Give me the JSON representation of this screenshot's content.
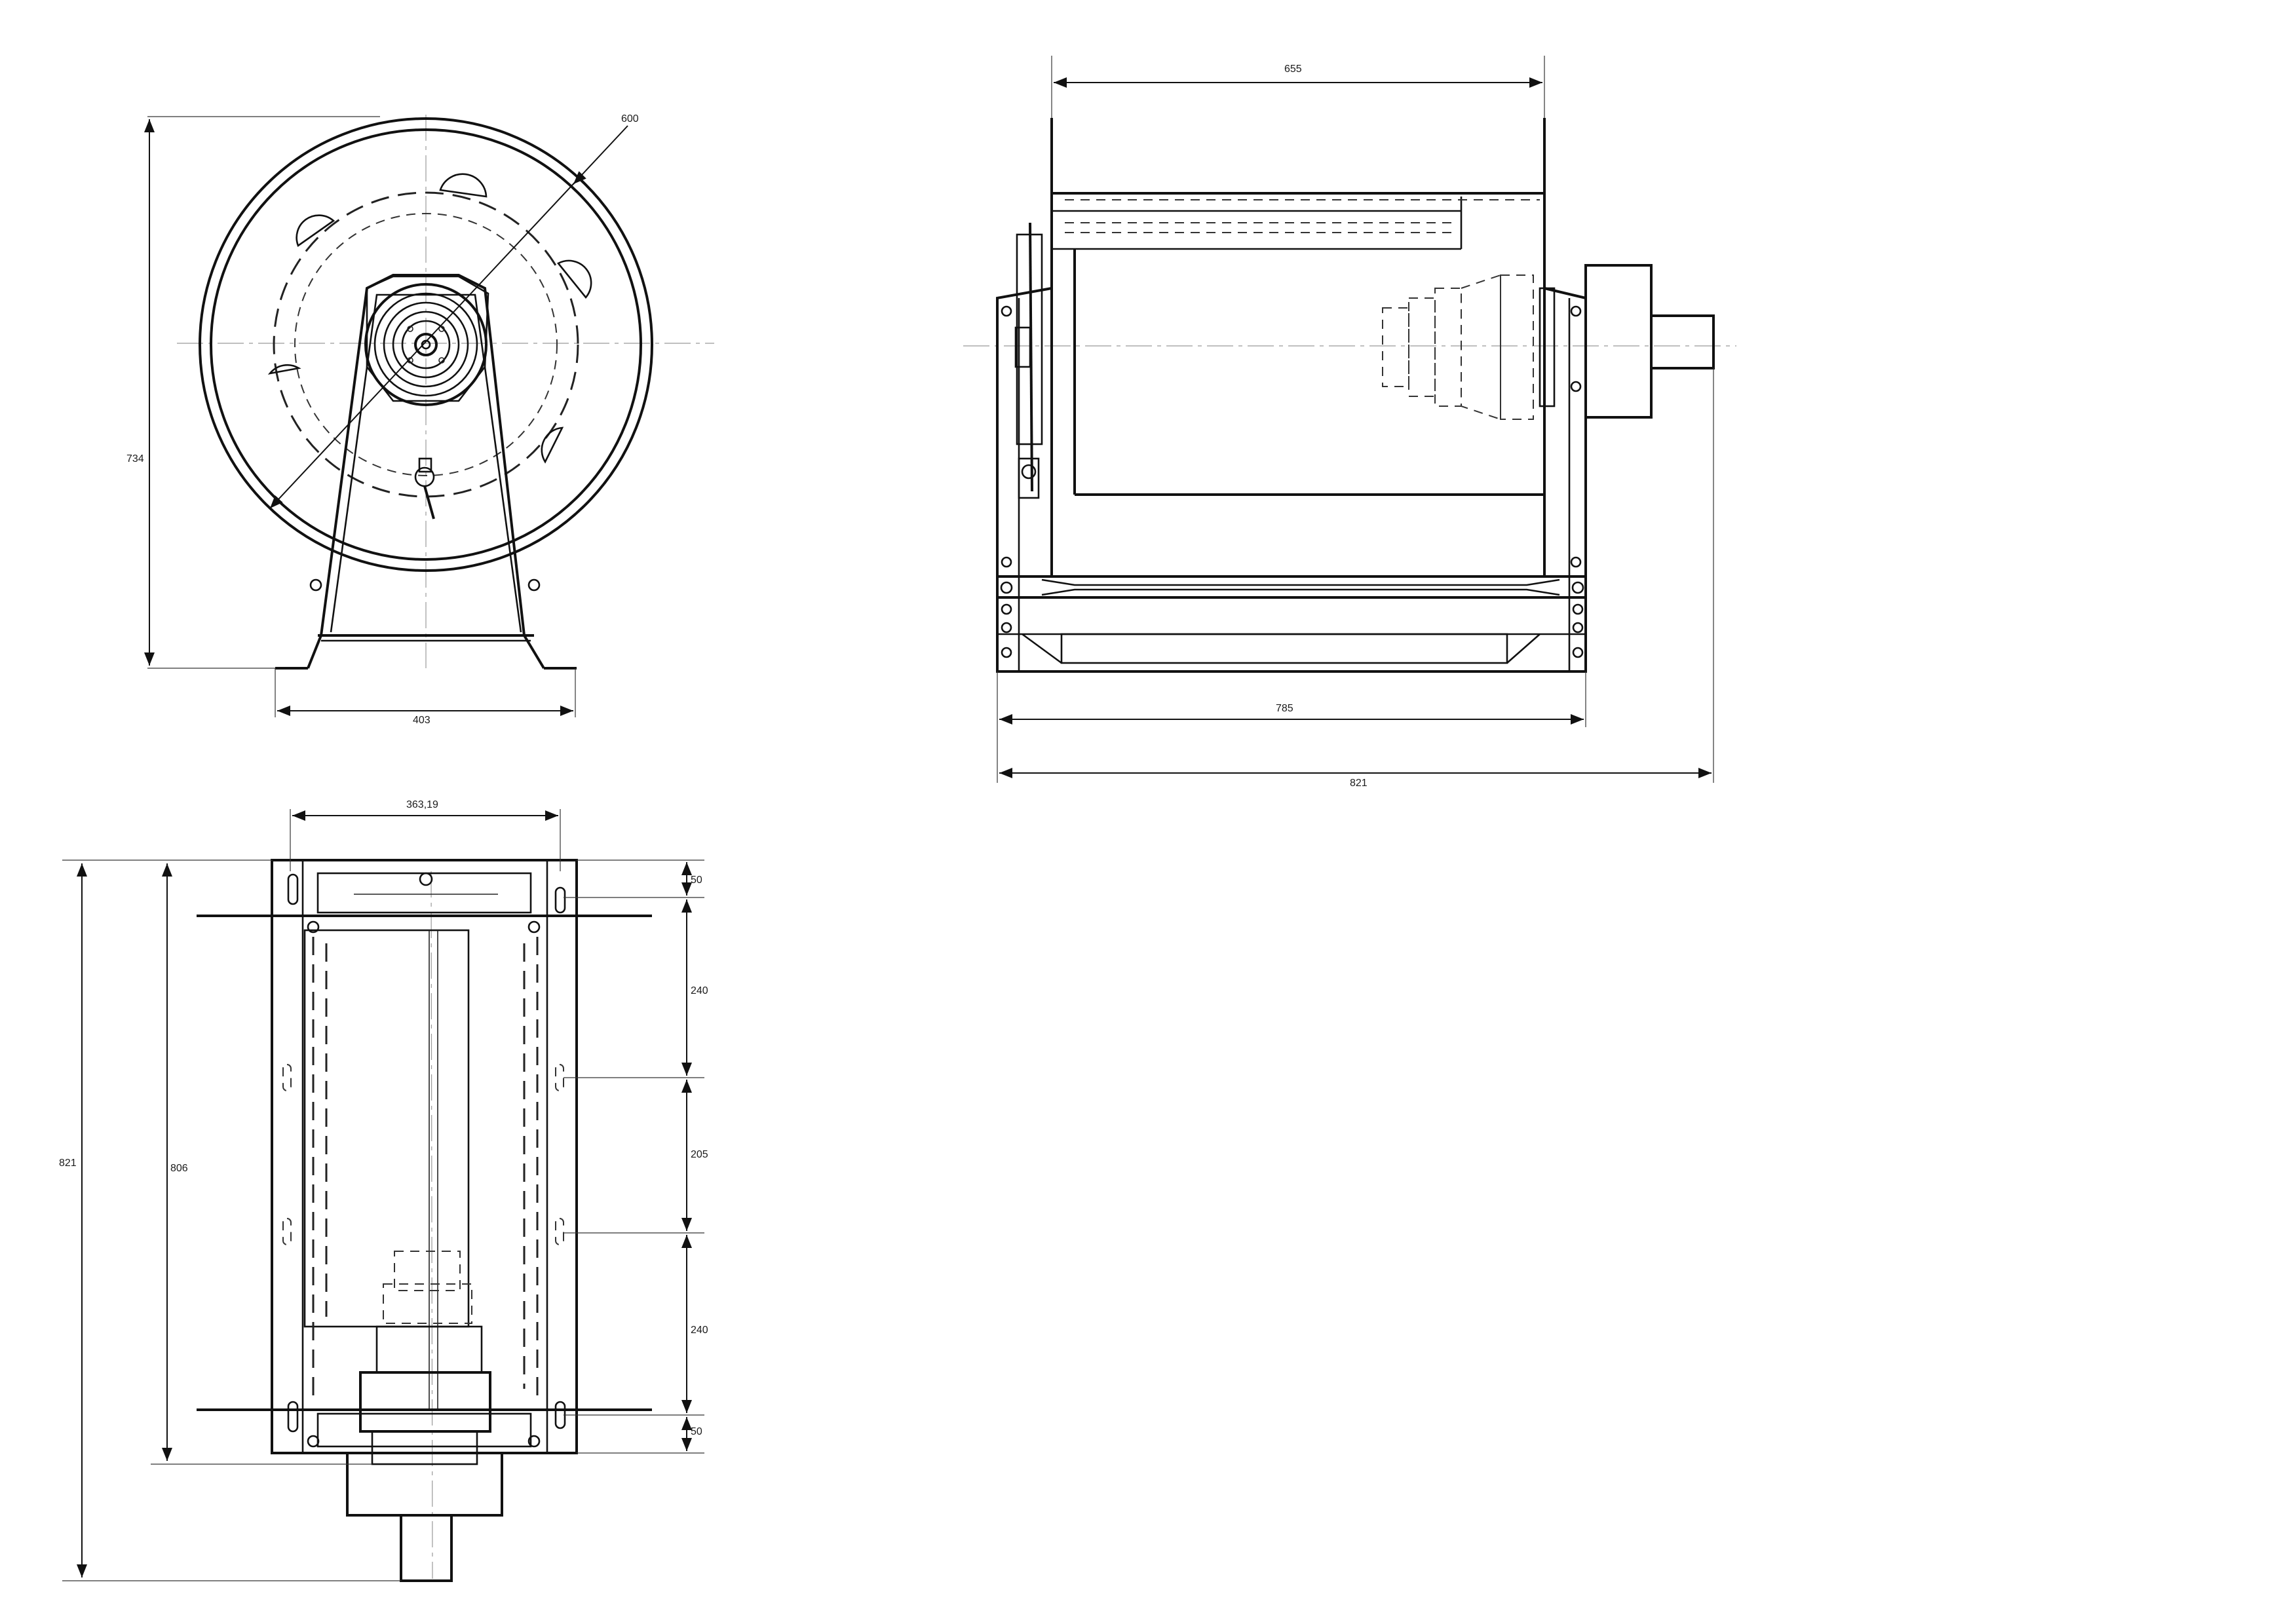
{
  "front_view": {
    "height_dim": "734",
    "diameter_dim": "600",
    "base_width_dim": "403"
  },
  "side_view": {
    "drum_width_dim": "655",
    "frame_width_dim": "785",
    "overall_width_dim": "821"
  },
  "top_view": {
    "frame_inner_width_dim": "363,19",
    "overall_length_dim": "821",
    "frame_length_dim": "806",
    "spacing_dims": [
      "50",
      "240",
      "205",
      "240",
      "50"
    ]
  }
}
